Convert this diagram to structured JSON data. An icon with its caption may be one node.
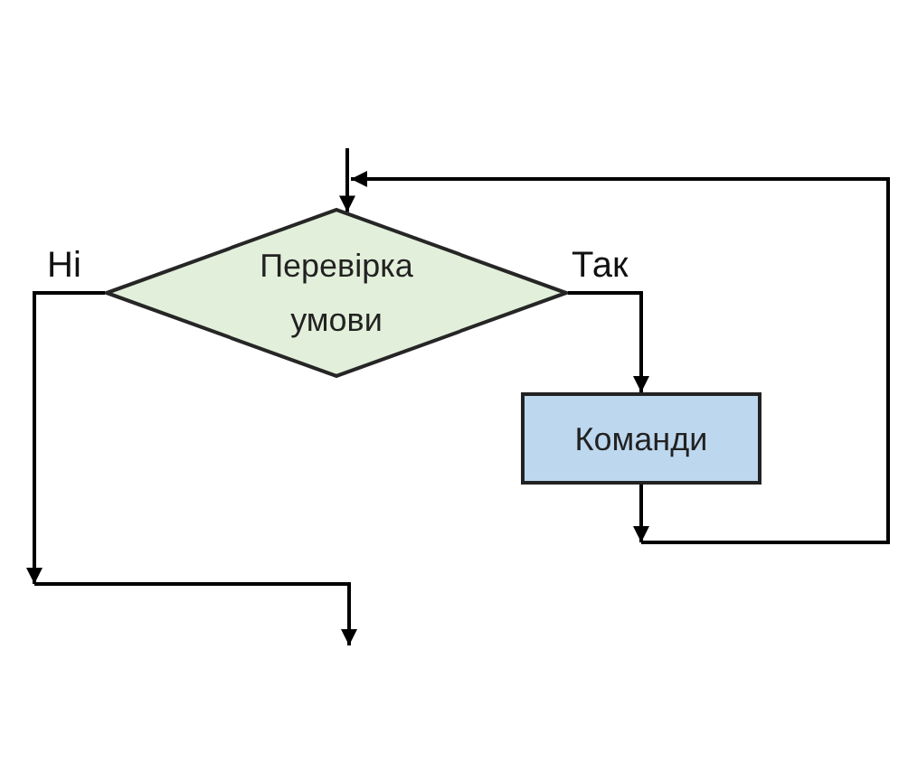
{
  "diagram": {
    "nodes": [
      {
        "text": [
          "Перевірка умови"
        ]
      },
      {
        "text": [
          "Команди"
        ]
      }
    ],
    "edges": [
      {
        "from": null,
        "to": 0,
        "arrow": "to"
      },
      {
        "from": 0,
        "to": 1,
        "arrow": "to",
        "label": "Так"
      },
      {
        "from": 1,
        "to": 0,
        "arrow": "to"
      },
      {
        "from": 0,
        "to": null,
        "arrow": "to",
        "label": "Ні"
      }
    ]
  }
}
